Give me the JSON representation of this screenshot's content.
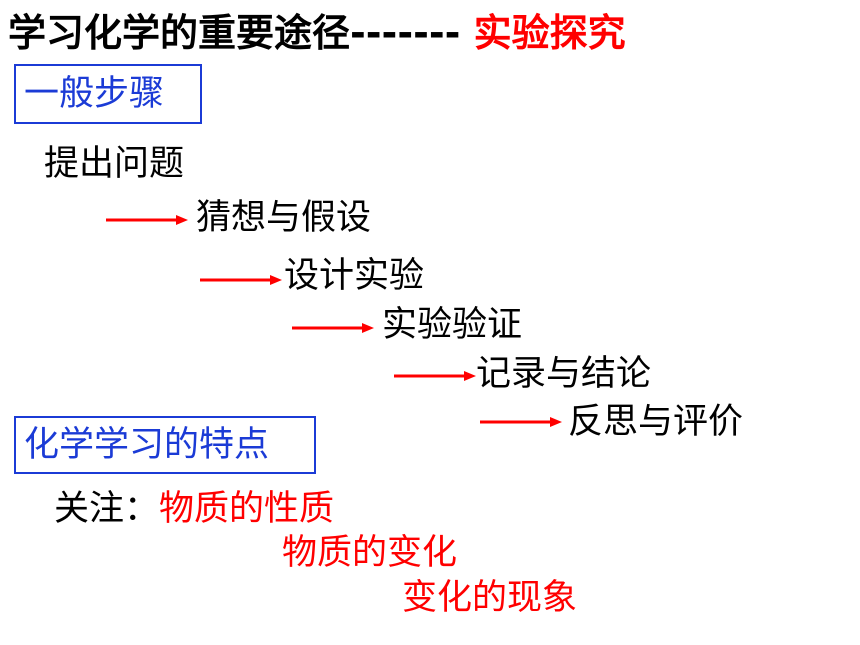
{
  "title": {
    "main": "学习化学的重要途径",
    "dashes": "-------",
    "highlight": "实验探究"
  },
  "section_one": {
    "heading": "一般步骤",
    "start": "提出问题",
    "steps": [
      "猜想与假设",
      "设计实验",
      "实验验证",
      "记录与结论",
      "反思与评价"
    ]
  },
  "section_two": {
    "heading": "化学学习的特点",
    "focus_label": "关注：",
    "focus_items": [
      "物质的性质",
      "物质的变化",
      "变化的现象"
    ]
  },
  "colors": {
    "accent_red": "#ff0000",
    "box_blue": "#1b3bd6",
    "text": "#000000"
  }
}
